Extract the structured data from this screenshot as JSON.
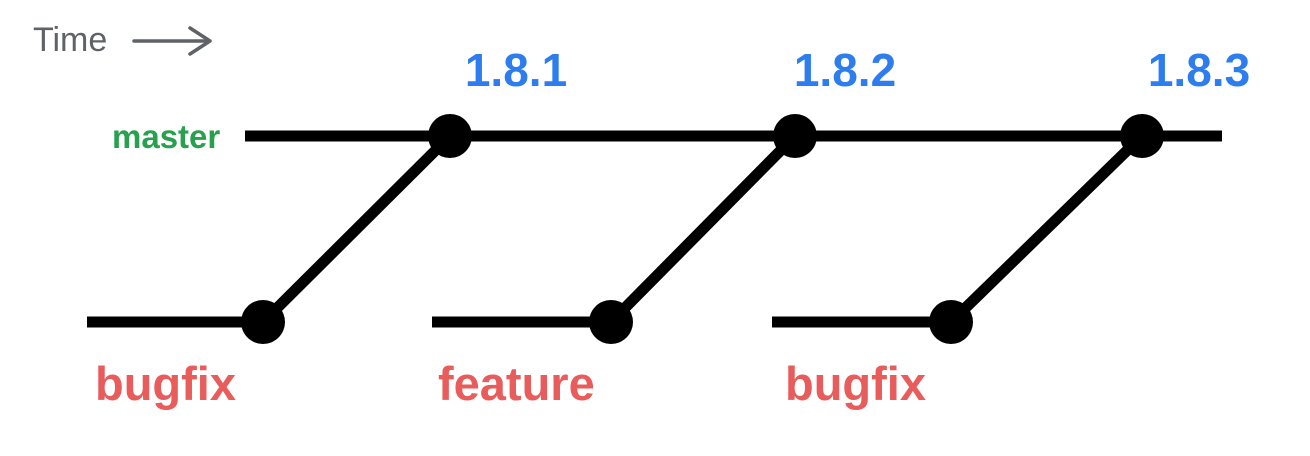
{
  "diagram": {
    "time_label": "Time",
    "master_label": "master",
    "releases": [
      "1.8.1",
      "1.8.2",
      "1.8.3"
    ],
    "branches": [
      "bugfix",
      "feature",
      "bugfix"
    ]
  },
  "colors": {
    "release_label": "#2e7dee",
    "master_label": "#27a14e",
    "branch_label": "#e85c5c",
    "time_label": "#5f6368",
    "line": "#000000",
    "background": "#ffffff"
  }
}
